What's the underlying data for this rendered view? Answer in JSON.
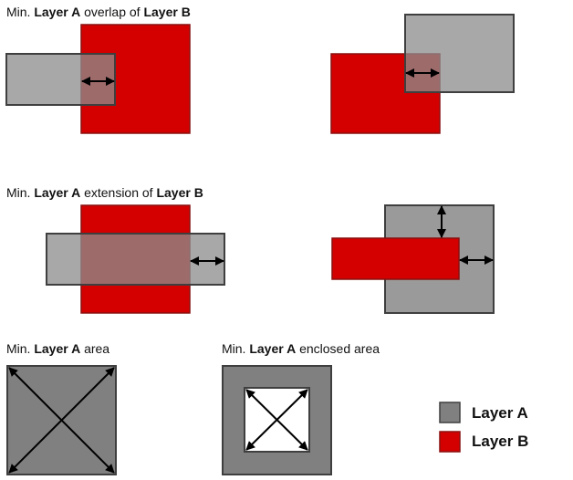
{
  "sections": {
    "overlap": {
      "prefix": "Min. ",
      "layer_a": "Layer A",
      "middle": " overlap of ",
      "layer_b": "Layer B"
    },
    "extension": {
      "prefix": "Min. ",
      "layer_a": "Layer A",
      "middle": " extension of ",
      "layer_b": "Layer B"
    },
    "area": {
      "prefix": "Min. ",
      "layer_a": "Layer A",
      "suffix": " area"
    },
    "enclosed": {
      "prefix": "Min. ",
      "layer_a": "Layer A",
      "suffix": " enclosed area"
    }
  },
  "legend": [
    {
      "label": "Layer A",
      "color": "#808080"
    },
    {
      "label": "Layer B",
      "color": "#d40000"
    }
  ]
}
